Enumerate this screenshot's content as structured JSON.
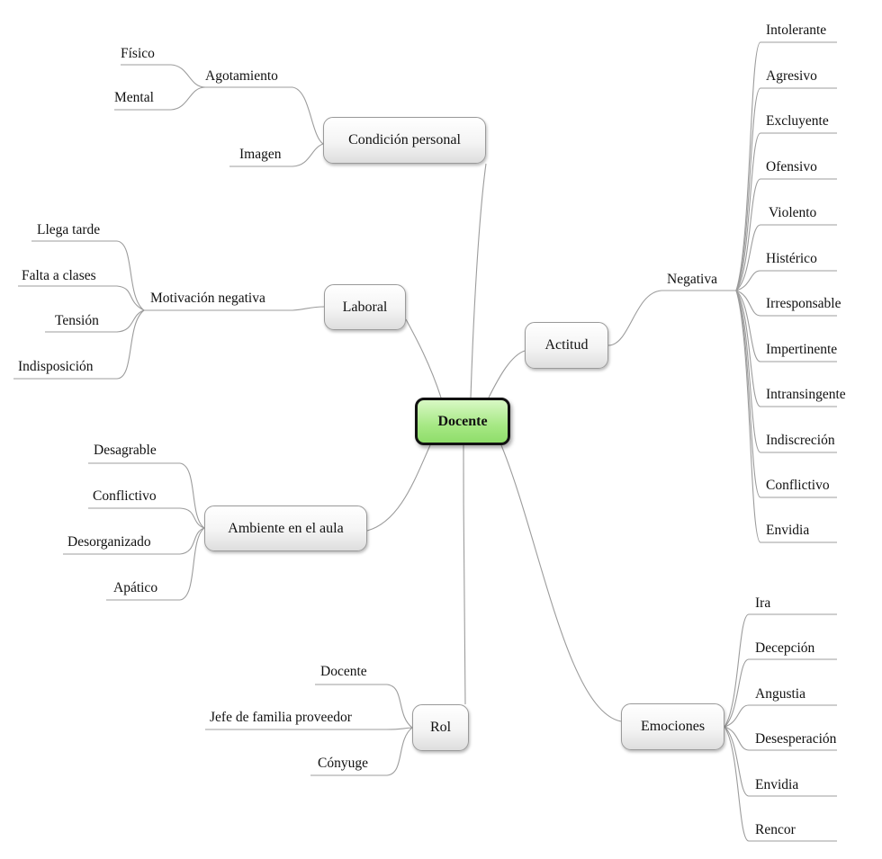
{
  "root": "Docente",
  "branches": [
    {
      "key": "condicion",
      "label": "Condición personal",
      "subgroups": [
        {
          "label": "Agotamiento",
          "items": [
            "Físico",
            "Mental"
          ]
        }
      ],
      "items": [
        "Imagen"
      ]
    },
    {
      "key": "laboral",
      "label": "Laboral",
      "subgroups": [
        {
          "label": "Motivación negativa",
          "items": [
            "Llega tarde",
            "Falta a clases",
            "Tensión",
            "Indisposición"
          ]
        }
      ],
      "items": []
    },
    {
      "key": "ambiente",
      "label": "Ambiente en el aula",
      "subgroups": [],
      "items": [
        "Desagrable",
        "Conflictivo",
        "Desorganizado",
        "Apático"
      ]
    },
    {
      "key": "rol",
      "label": "Rol",
      "subgroups": [],
      "items": [
        "Docente",
        "Jefe de familia proveedor",
        "Cónyuge"
      ]
    },
    {
      "key": "actitud",
      "label": "Actitud",
      "subgroups": [
        {
          "label": "Negativa",
          "items": [
            "Intolerante",
            "Agresivo",
            "Excluyente",
            "Ofensivo",
            "Violento",
            "Histérico",
            "Irresponsable",
            "Impertinente",
            "Intransingente",
            "Indiscreción",
            "Conflictivo",
            "Envidia"
          ]
        }
      ],
      "items": []
    },
    {
      "key": "emociones",
      "label": "Emociones",
      "subgroups": [],
      "items": [
        "Ira",
        "Decepción",
        "Angustia",
        "Desesperación",
        "Envidia",
        "Rencor"
      ]
    }
  ]
}
